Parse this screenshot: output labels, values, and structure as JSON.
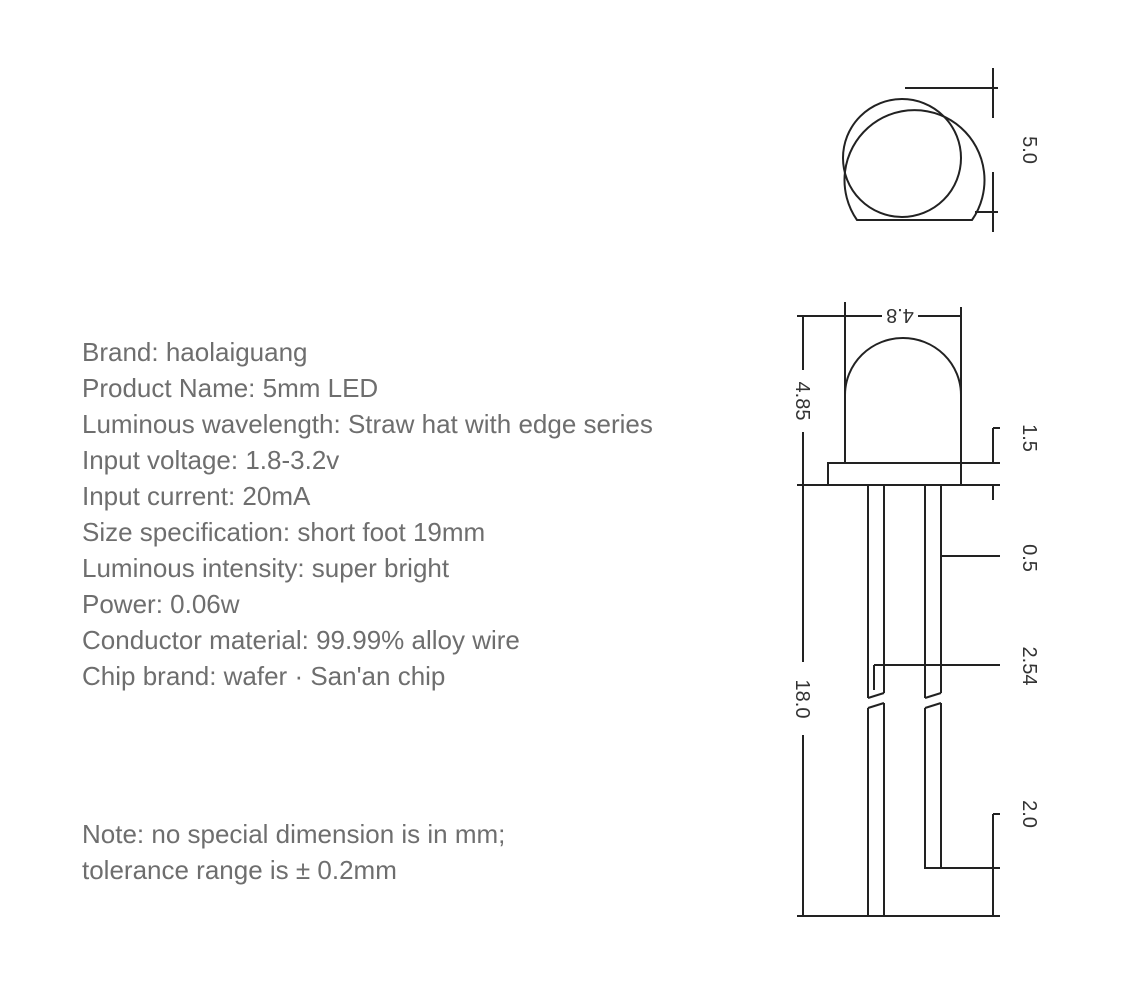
{
  "specs": [
    "Brand: haolaiguang",
    "Product Name: 5mm LED",
    "Luminous wavelength: Straw hat with edge series",
    "Input voltage: 1.8-3.2v",
    "Input current: 20mA",
    "Size specification: short foot 19mm",
    "Luminous intensity: super bright",
    "Power: 0.06w",
    "Conductor material: 99.99% alloy wire",
    "Chip brand: wafer · San'an chip"
  ],
  "note": {
    "line1": "Note: no special dimension is in mm;",
    "line2": "tolerance range is ± 0.2mm"
  },
  "dimensions": {
    "top_diameter": "5.0",
    "lens_width": "4.8",
    "lens_height": "4.85",
    "flange_height": "1.5",
    "lead_width": "0.5",
    "lead_pitch": "2.54",
    "total_length": "18.0",
    "lead_offset": "2.0"
  },
  "colors": {
    "text": "#6e6e6e",
    "lines": "#222222"
  }
}
